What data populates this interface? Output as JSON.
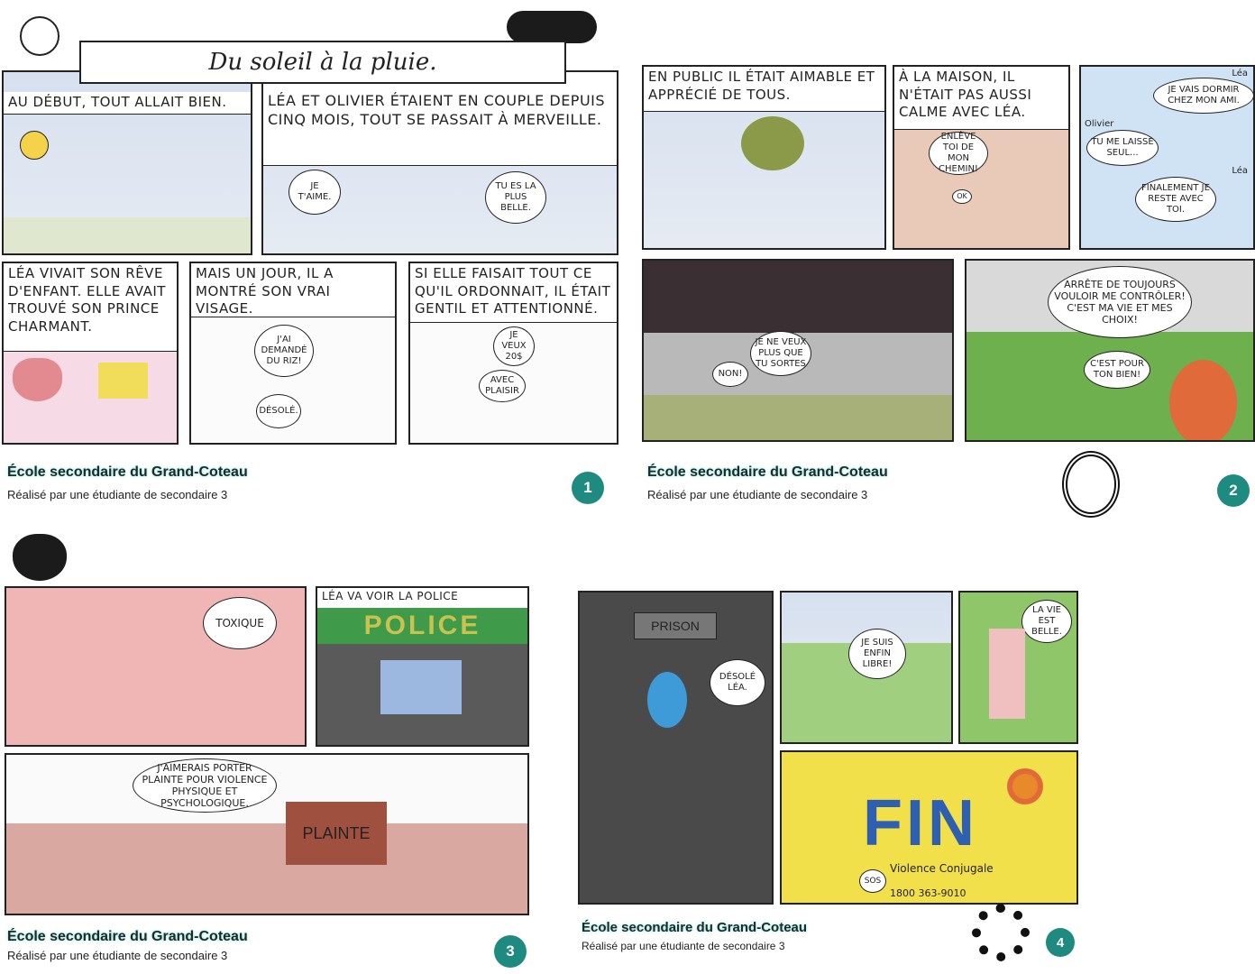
{
  "title": "Du soleil à la pluie.",
  "school": "École secondaire du Grand-Coteau",
  "credit": "Réalisé par une étudiante de secondaire 3",
  "pages": [
    {
      "number": "1",
      "panels": [
        {
          "caption": "Au début, tout allait bien."
        },
        {
          "caption": "Léa et Olivier étaient en couple depuis cinq mois, tout se passait à merveille.",
          "bubbles": [
            "Je t'aime.",
            "Tu es la plus belle."
          ]
        },
        {
          "caption": "Léa vivait son rêve d'enfant. Elle avait trouvé son prince charmant."
        },
        {
          "caption": "Mais un jour, il a montré son vrai visage.",
          "bubbles": [
            "J'ai demandé du riz!",
            "Désolé."
          ]
        },
        {
          "caption": "Si elle faisait tout ce qu'il ordonnait, il était gentil et attentionné.",
          "bubbles": [
            "Je veux 20$",
            "Avec plaisir"
          ]
        }
      ]
    },
    {
      "number": "2",
      "panels": [
        {
          "caption": "En public il était aimable et apprécié de tous."
        },
        {
          "caption": "À la maison, il n'était pas aussi calme avec Léa.",
          "bubbles": [
            "Enlève toi de mon chemin!",
            "Ok"
          ]
        },
        {
          "speakers": [
            "Léa",
            "Olivier",
            "Léa"
          ],
          "bubbles": [
            "Je vais dormir chez mon ami.",
            "Tu me laisse seul...",
            "Finalement je reste avec toi."
          ]
        },
        {
          "bubbles": [
            "Je ne veux plus que tu sortes",
            "Non!"
          ]
        },
        {
          "bubbles": [
            "Arrête de toujours vouloir me contrôler! C'est ma vie et mes choix!",
            "C'est pour ton bien!"
          ]
        }
      ]
    },
    {
      "number": "3",
      "panels": [
        {
          "bubbles": [
            "Toxique"
          ]
        },
        {
          "caption": "Léa va voir la police",
          "sign": "POLICE"
        },
        {
          "bubbles": [
            "J'aimerais porter plainte pour violence physique et psychologique."
          ],
          "sign": "PLAINTE"
        }
      ]
    },
    {
      "number": "4",
      "panels": [
        {
          "sign": "PRISON",
          "bubbles": [
            "Désolé Léa."
          ]
        },
        {
          "bubbles": [
            "Je suis enfin libre!"
          ]
        },
        {
          "bubbles": [
            "La vie est belle."
          ]
        },
        {
          "big": "FIN",
          "sos": "SOS",
          "hotline_name": "Violence Conjugale",
          "hotline_number": "1800 363-9010"
        }
      ]
    }
  ],
  "colors": {
    "badge": "#1f8a80",
    "sky": "#d6e0ef",
    "red": "#d8404a",
    "police_green": "#3f9a4a",
    "fin_yellow": "#f2e04a",
    "fin_blue": "#2f5fb0"
  }
}
